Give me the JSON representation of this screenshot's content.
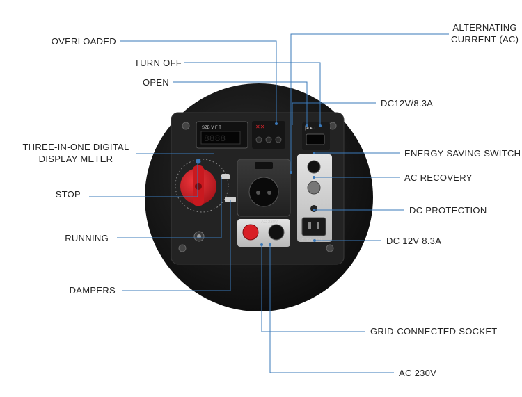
{
  "labels": {
    "overloaded": "OVERLOADED",
    "turn_off": "TURN OFF",
    "open": "OPEN",
    "three_in_one_line1": "THREE-IN-ONE DIGITAL",
    "three_in_one_line2": "DISPLAY METER",
    "stop": "STOP",
    "running": "RUNNING",
    "dampers": "DAMPERS",
    "alternating_current_line1": "ALTERNATING",
    "alternating_current_line2": "CURRENT (AC)",
    "dc12v_83a": "DC12V/8.3A",
    "energy_saving_switch": "ENERGY SAVING SWITCH",
    "ac_recovery": "AC RECOVERY",
    "dc_protection": "DC PROTECTION",
    "dc_12v_83a": "DC 12V 8.3A",
    "grid_connected_socket": "GRID-CONNECTED SOCKET",
    "ac_230v": "AC 230V"
  },
  "panel_text": {
    "meter_brand": "SZB V F T",
    "socket_dc_label": "DC 12V 8.3A",
    "socket_ac_label": "AC 230V"
  },
  "colors": {
    "leader_line": "#3a78b8",
    "panel_body": "#1b1b1b",
    "panel_plate": "#2a2a2a",
    "fuel_knob": "#d81e25",
    "socket_plate": "#d6d6d6",
    "text": "#222222"
  }
}
